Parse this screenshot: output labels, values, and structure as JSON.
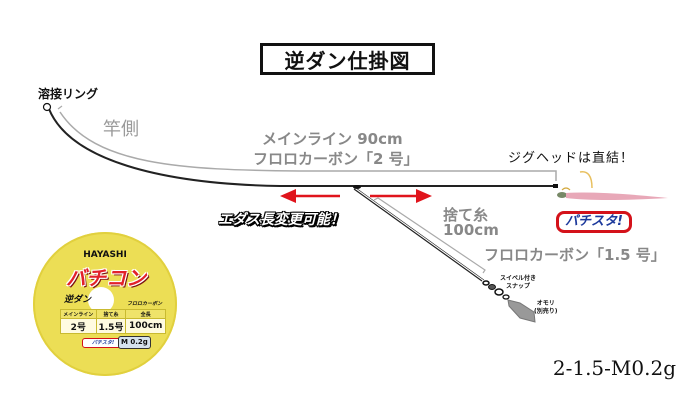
{
  "title": "逆ダン仕掛図",
  "labels": {
    "welded_ring": "溶接リング",
    "rod_side": "竿側",
    "main_line_1": "メインライン 90cm",
    "main_line_2": "フロロカーボン「2 号」",
    "jighead": "ジグヘッドは直結！",
    "branch_adjust": "エダス長変更可能！",
    "leader_1": "捨て糸",
    "leader_2": "100cm",
    "leader_material": "フロロカーボン「1.5 号」",
    "swivel_1": "スイベル付き",
    "swivel_2": "スナップ",
    "sinker_1": "オモリ",
    "sinker_2": "(別売り)",
    "brand_badge": "パチスタ!"
  },
  "spool": {
    "brand": "HAYASHI",
    "logo": "バチコン",
    "sub": "逆ダン",
    "material": "フロロカーボン",
    "table_headers": [
      "メインライン",
      "捨て糸",
      "全長"
    ],
    "table_values": [
      "2号",
      "1.5号",
      "100cm"
    ],
    "mini_brand": "パチスタ!",
    "weight": "M 0.2g"
  },
  "footer_code": "2-1.5-M0.2g",
  "colors": {
    "line": "#222222",
    "guide": "#aaaaaa",
    "arrow": "#e0141c",
    "spool": "#ecde55",
    "brand_red": "#d4121a",
    "brand_blue": "#1d3a9c"
  }
}
